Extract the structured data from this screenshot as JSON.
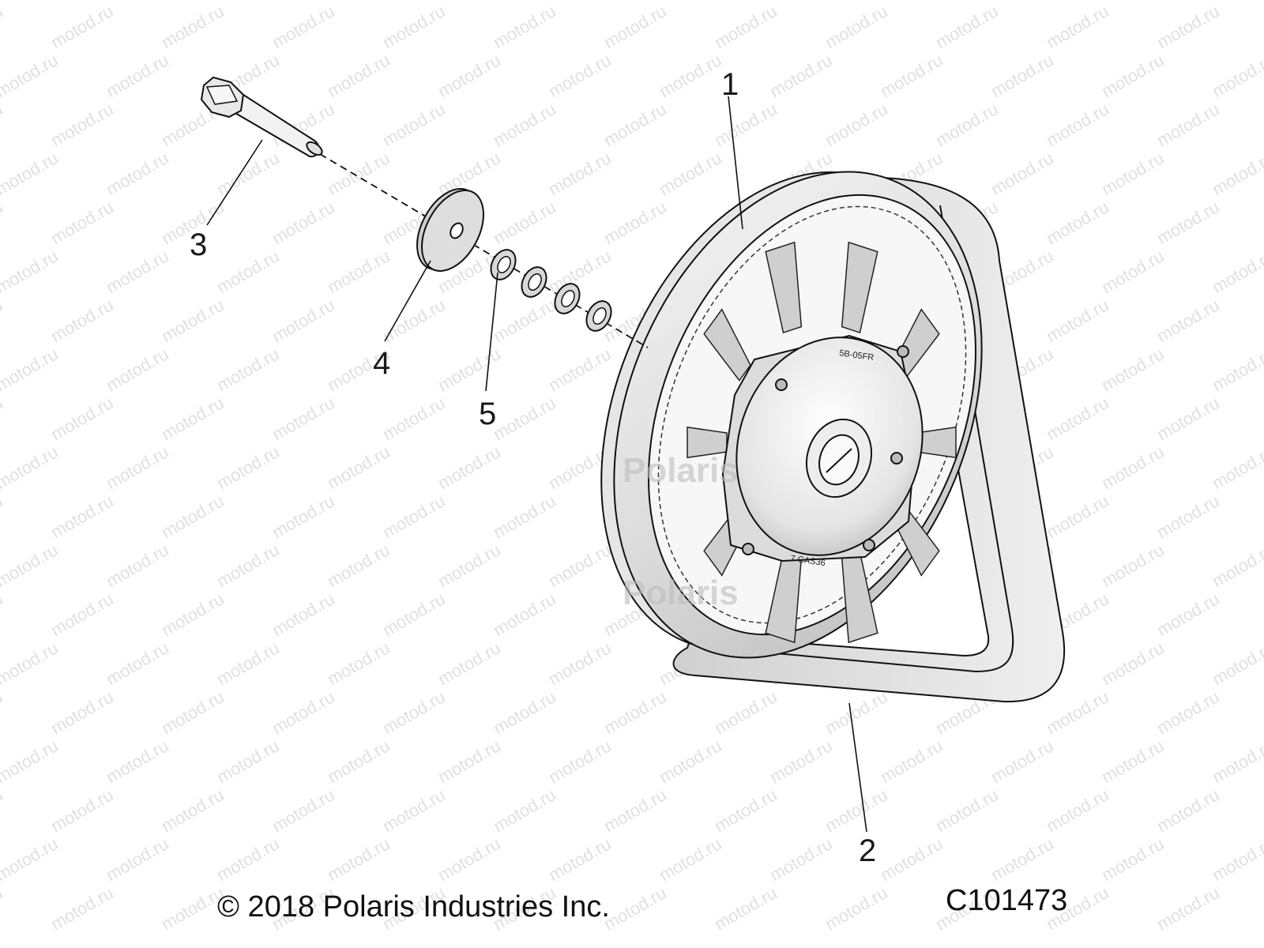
{
  "diagram": {
    "callouts": [
      "1",
      "2",
      "3",
      "4",
      "5"
    ],
    "copyright": "© 2018 Polaris Industries Inc.",
    "diagram_code": "C101473",
    "hub_markings": [
      "5B-05FR",
      "7 GAS36"
    ],
    "watermark_text": "motod.ru",
    "watermark_logo": "Polaris"
  }
}
